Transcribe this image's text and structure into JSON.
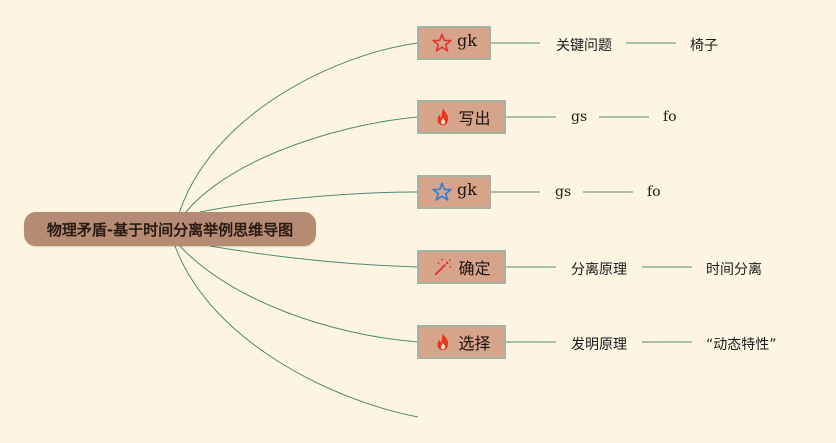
{
  "root": {
    "title": "物理矛盾-基于时间分离举例思维导图"
  },
  "branches": [
    {
      "icon": "star-outline-red-icon",
      "label": "gk",
      "children": [
        "关键问题",
        "椅子"
      ]
    },
    {
      "icon": "fire-icon",
      "label": "写出",
      "children": [
        "gs",
        "fo"
      ]
    },
    {
      "icon": "star-outline-blue-icon",
      "label": "gk",
      "children": [
        "gs",
        "fo"
      ]
    },
    {
      "icon": "magic-wand-icon",
      "label": "确定",
      "children": [
        "分离原理",
        "时间分离"
      ]
    },
    {
      "icon": "fire-icon",
      "label": "选择",
      "children": [
        "发明原理",
        "“动态特性”"
      ]
    }
  ],
  "colors": {
    "background": "#fdf5e1",
    "root_fill": "#b58b74",
    "node_fill": "#d6a48b",
    "node_border": "#a5b3a4",
    "connector": "#4e8a73"
  }
}
